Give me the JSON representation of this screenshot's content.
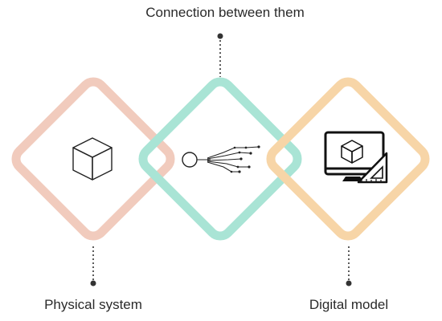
{
  "labels": {
    "connection": "Connection between them",
    "physical": "Physical system",
    "digital": "Digital model"
  },
  "colors": {
    "physical": "#f1cbbd",
    "connection": "#a9e4d5",
    "digital": "#f7d5a7",
    "line": "#333333"
  },
  "icons": {
    "physical": "cube-icon",
    "connection": "circuit-node-icon",
    "digital": "computer-model-icon"
  }
}
